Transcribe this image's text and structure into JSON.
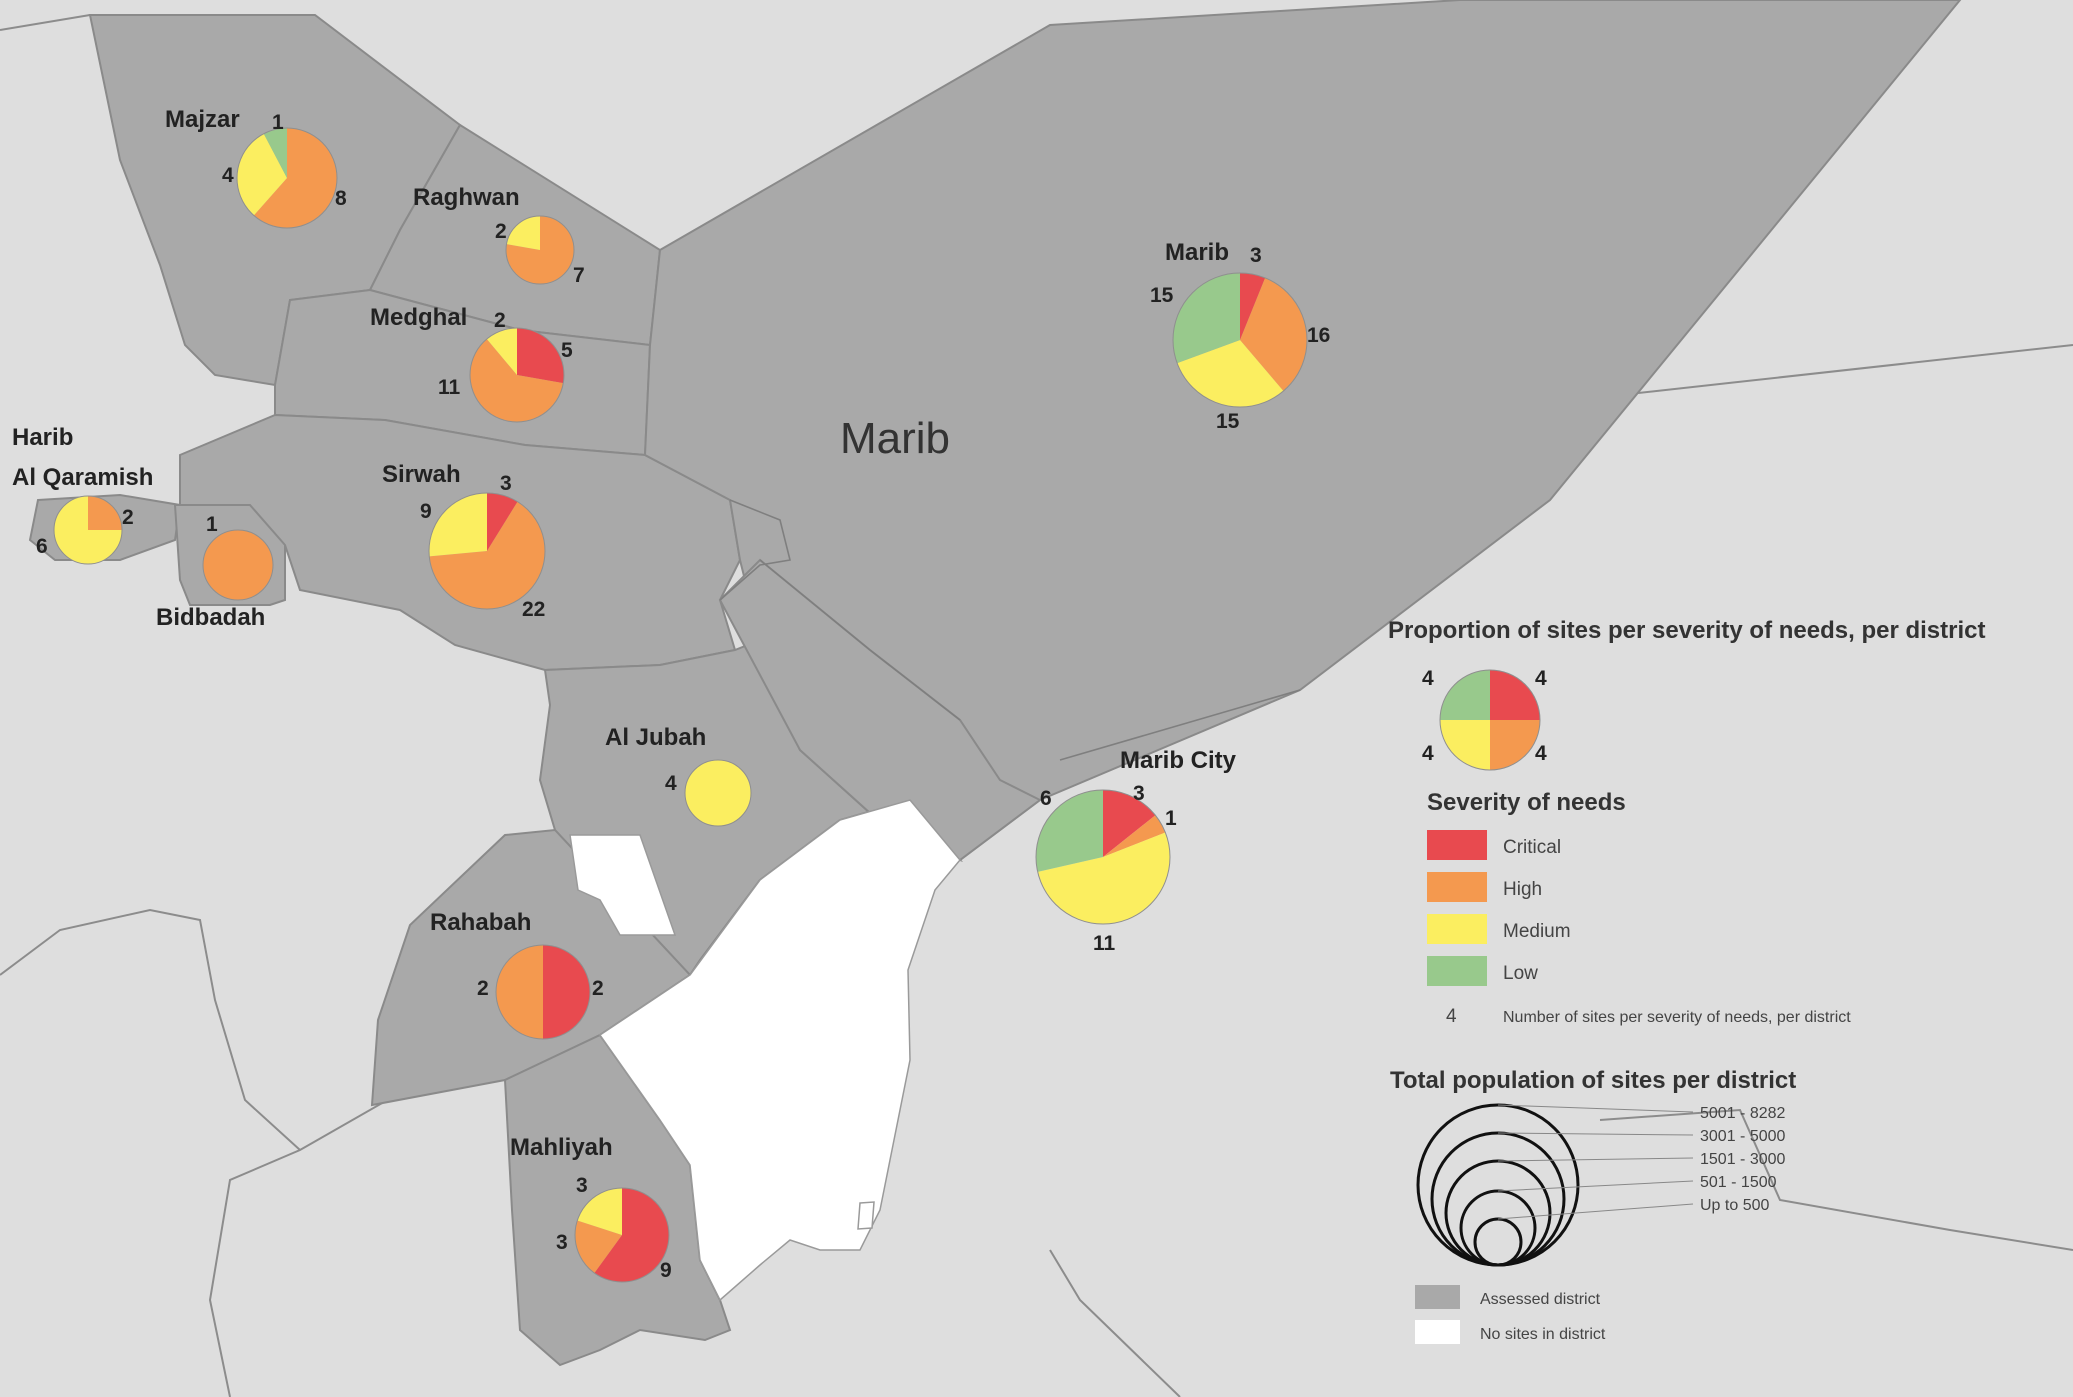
{
  "region_label": "Marib",
  "colors": {
    "critical": "#e84a4f",
    "high": "#f4994f",
    "medium": "#fbee60",
    "low": "#98c98c",
    "assessed": "#a9a9a9",
    "no_sites": "#ffffff",
    "background": "#dedede"
  },
  "districts": [
    {
      "id": "majzar",
      "name": "Majzar",
      "counts": {
        "critical": 0,
        "high": 8,
        "medium": 4,
        "low": 1
      }
    },
    {
      "id": "raghwan",
      "name": "Raghwan",
      "counts": {
        "critical": 0,
        "high": 7,
        "medium": 2,
        "low": 0
      }
    },
    {
      "id": "medghal",
      "name": "Medghal",
      "counts": {
        "critical": 5,
        "high": 11,
        "medium": 2,
        "low": 0
      }
    },
    {
      "id": "harib-al-qaramish",
      "name": "Harib Al Qaramish",
      "name_lines": [
        "Harib",
        "Al Qaramish"
      ],
      "counts": {
        "critical": 0,
        "high": 2,
        "medium": 6,
        "low": 0
      }
    },
    {
      "id": "bidbadah",
      "name": "Bidbadah",
      "counts": {
        "critical": 0,
        "high": 1,
        "medium": 0,
        "low": 0
      }
    },
    {
      "id": "sirwah",
      "name": "Sirwah",
      "counts": {
        "critical": 3,
        "high": 22,
        "medium": 9,
        "low": 0
      }
    },
    {
      "id": "marib",
      "name": "Marib",
      "counts": {
        "critical": 3,
        "high": 16,
        "medium": 15,
        "low": 15
      }
    },
    {
      "id": "al-jubah",
      "name": "Al Jubah",
      "counts": {
        "critical": 0,
        "high": 0,
        "medium": 4,
        "low": 0
      }
    },
    {
      "id": "marib-city",
      "name": "Marib City",
      "counts": {
        "critical": 3,
        "high": 1,
        "medium": 11,
        "low": 6
      }
    },
    {
      "id": "rahabah",
      "name": "Rahabah",
      "counts": {
        "critical": 2,
        "high": 2,
        "medium": 0,
        "low": 0
      }
    },
    {
      "id": "mahliyah",
      "name": "Mahliyah",
      "counts": {
        "critical": 9,
        "high": 3,
        "medium": 3,
        "low": 0
      }
    }
  ],
  "legend": {
    "proportion_title": "Proportion of sites per severity of needs, per district",
    "example_counts": {
      "critical": 4,
      "high": 4,
      "medium": 4,
      "low": 4
    },
    "severity_title": "Severity of needs",
    "severity_items": [
      {
        "key": "critical",
        "label": "Critical"
      },
      {
        "key": "high",
        "label": "High"
      },
      {
        "key": "medium",
        "label": "Medium"
      },
      {
        "key": "low",
        "label": "Low"
      }
    ],
    "count_example_value": "4",
    "count_example_label": "Number of sites per severity of needs, per district",
    "population_title": "Total population of sites per district",
    "population_classes": [
      "5001 - 8282",
      "3001 - 5000",
      "1501 - 3000",
      "501 - 1500",
      "Up to 500"
    ],
    "assessed_label": "Assessed district",
    "no_sites_label": "No sites in district"
  }
}
